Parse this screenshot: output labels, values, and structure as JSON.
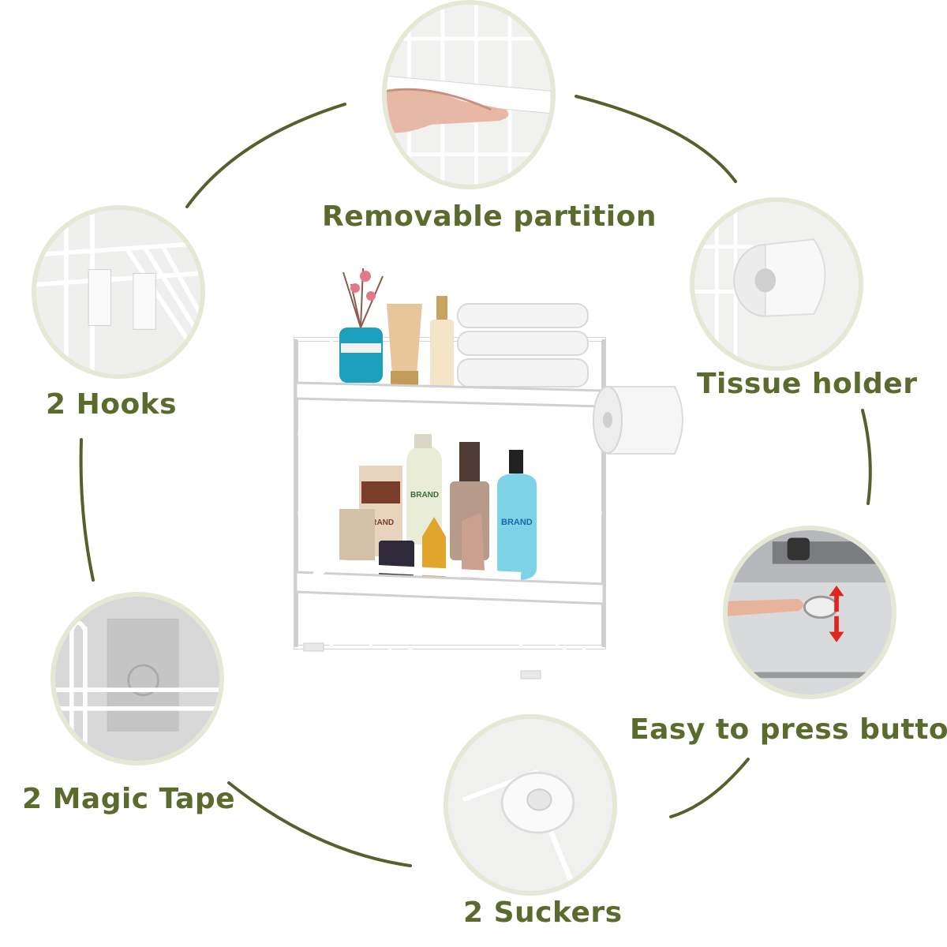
{
  "colors": {
    "label": "#5b6a2d",
    "arc": "#56602c",
    "circle_border": "#e6e8d6",
    "wire": "#ffffff",
    "wire_shadow": "#d6d6d6"
  },
  "product": {
    "name": "2-tier bathroom storage rack",
    "tube_brand_labels": [
      "BRAND",
      "BRAND",
      "BRAND"
    ]
  },
  "features": [
    {
      "id": "removable-partition",
      "label": "Removable partition"
    },
    {
      "id": "tissue-holder",
      "label": "Tissue holder"
    },
    {
      "id": "easy-press-buttons",
      "label": "Easy to press buttons"
    },
    {
      "id": "suckers",
      "label": "2 Suckers"
    },
    {
      "id": "magic-tape",
      "label": "2 Magic Tape"
    },
    {
      "id": "hooks",
      "label": "2 Hooks"
    }
  ]
}
